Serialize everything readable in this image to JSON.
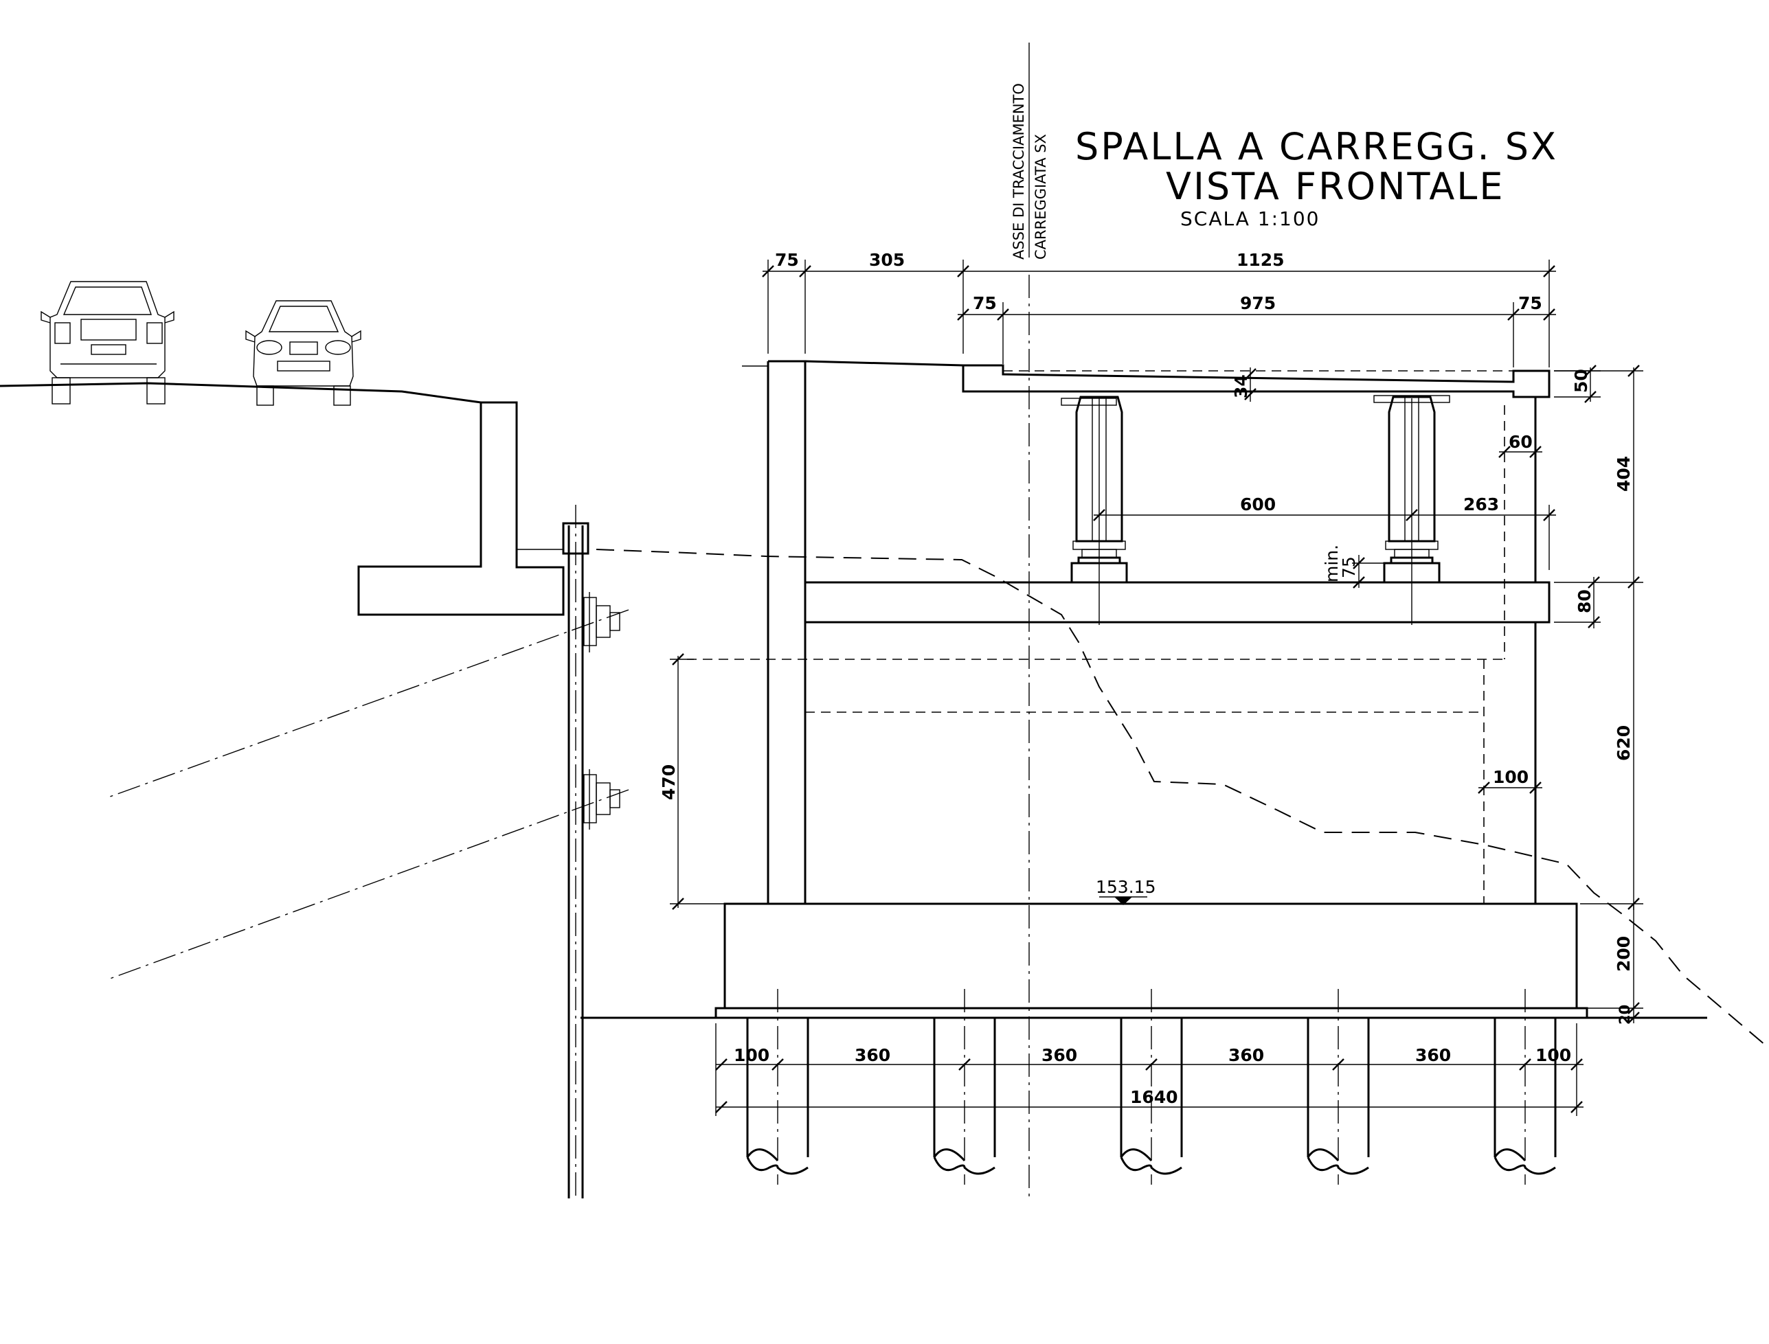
{
  "title": {
    "line1": "SPALLA A CARREGG. SX",
    "line2": "VISTA FRONTALE",
    "scale": "SCALA 1:100"
  },
  "axis_label": {
    "line1": "ASSE DI TRACCIAMENTO",
    "line2": "CARREGGIATA SX"
  },
  "elevation": "153.15",
  "dimensions": {
    "top_left_75": "75",
    "top_305": "305",
    "top_1125": "1125",
    "second_75_left": "75",
    "second_975": "975",
    "second_75_right": "75",
    "deck_34": "34",
    "cap_50": "50",
    "h_404": "404",
    "offset_60": "60",
    "span_600": "600",
    "span_263": "263",
    "min_label": "min.",
    "min_75": "75",
    "beam_80": "80",
    "h_620": "620",
    "wall_470": "470",
    "offset_100": "100",
    "footing_200": "200",
    "blinding_20": "20",
    "pile_100_left": "100",
    "pile_360_1": "360",
    "pile_360_2": "360",
    "pile_360_3": "360",
    "pile_360_4": "360",
    "pile_100_right": "100",
    "total_1640": "1640"
  }
}
